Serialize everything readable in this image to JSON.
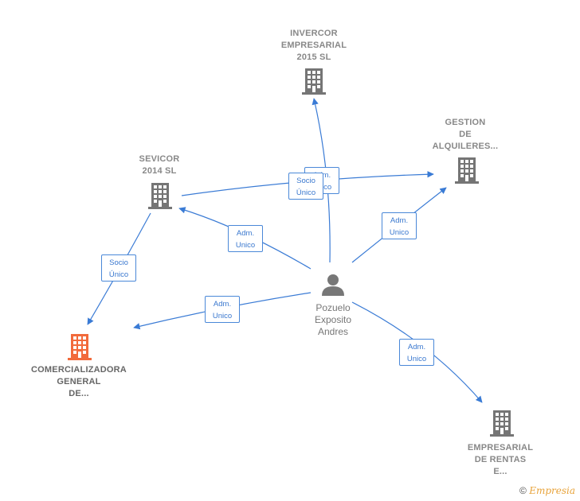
{
  "colors": {
    "edge": "#3a7bd5",
    "building": "#757575",
    "building_highlight": "#f26a3b",
    "person": "#777777",
    "text": "#888888"
  },
  "nodes": {
    "invercor": {
      "lines": [
        "INVERCOR",
        "EMPRESARIAL",
        "2015  SL"
      ],
      "icon": "building-icon"
    },
    "gestion": {
      "lines": [
        "GESTION",
        "DE",
        "ALQUILERES..."
      ],
      "icon": "building-icon"
    },
    "sevicor": {
      "lines": [
        "SEVICOR",
        "2014  SL"
      ],
      "icon": "building-icon"
    },
    "comercializadora": {
      "lines": [
        "COMERCIALIZADORA",
        "GENERAL",
        "DE..."
      ],
      "icon": "building-icon"
    },
    "empresarial_rentas": {
      "lines": [
        "EMPRESARIAL",
        "DE RENTAS",
        "E..."
      ],
      "icon": "building-icon"
    },
    "person": {
      "lines": [
        "Pozuelo",
        "Exposito",
        "Andres"
      ],
      "icon": "person-icon"
    }
  },
  "edge_labels": {
    "adm_unico_invercor": [
      "Adm.",
      "Unico"
    ],
    "socio_unico_gestion": [
      "Socio",
      "Único"
    ],
    "adm_unico_sevicor": [
      "Adm.",
      "Unico"
    ],
    "adm_unico_gestion": [
      "Adm.",
      "Unico"
    ],
    "socio_unico_comercializadora": [
      "Socio",
      "Único"
    ],
    "adm_unico_comercializadora": [
      "Adm.",
      "Unico"
    ],
    "adm_unico_rentas": [
      "Adm.",
      "Unico"
    ]
  },
  "footer": {
    "copyright_symbol": "©",
    "brand": "Empresia"
  }
}
